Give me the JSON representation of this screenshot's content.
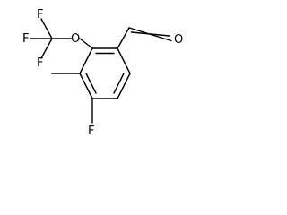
{
  "molecule": {
    "atoms": {
      "fluorine_1": "F",
      "fluorine_2": "F",
      "fluorine_3": "F",
      "ether_oxygen": "O",
      "aldehyde_oxygen": "O",
      "ring_fluorine": "F"
    },
    "bond_color": "#000000"
  }
}
